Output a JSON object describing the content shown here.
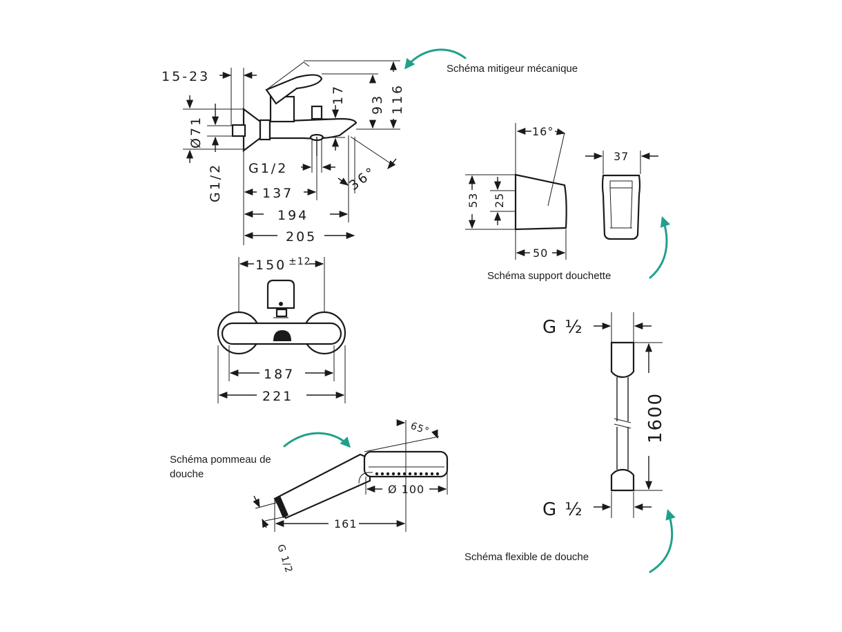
{
  "captions": {
    "mitigeur": "Schéma mitigeur mécanique",
    "support": "Schéma support douchette",
    "pommeau_line1": "Schéma pommeau de",
    "pommeau_line2": "douche",
    "flexible": "Schéma flexible de douche"
  },
  "mitigeur_side": {
    "d_15_23": "15-23",
    "d_diam71": "Ø71",
    "d_g12_vert": "G1/2",
    "d_g12": "G1/2",
    "d_17": "17",
    "d_93": "93",
    "d_116": "116",
    "d_36deg": "36°",
    "d_137": "137",
    "d_194": "194",
    "d_205": "205"
  },
  "mitigeur_front": {
    "d_150": "150",
    "d_150_tol": "±12",
    "d_187": "187",
    "d_221": "221"
  },
  "support": {
    "d_16deg": "16°",
    "d_37": "37",
    "d_53": "53",
    "d_25": "25",
    "d_50": "50"
  },
  "pommeau": {
    "d_65deg": "65°",
    "d_diam100": "Ø 100",
    "d_161": "161",
    "d_g12": "G 1/2"
  },
  "flexible": {
    "d_g12_top": "G ½",
    "d_g12_bottom": "G ½",
    "d_1600": "1600"
  },
  "colors": {
    "accent_arrow": "#1fa08a",
    "line": "#1a1a1a"
  },
  "icons": [
    "curved-arrow-icon"
  ]
}
